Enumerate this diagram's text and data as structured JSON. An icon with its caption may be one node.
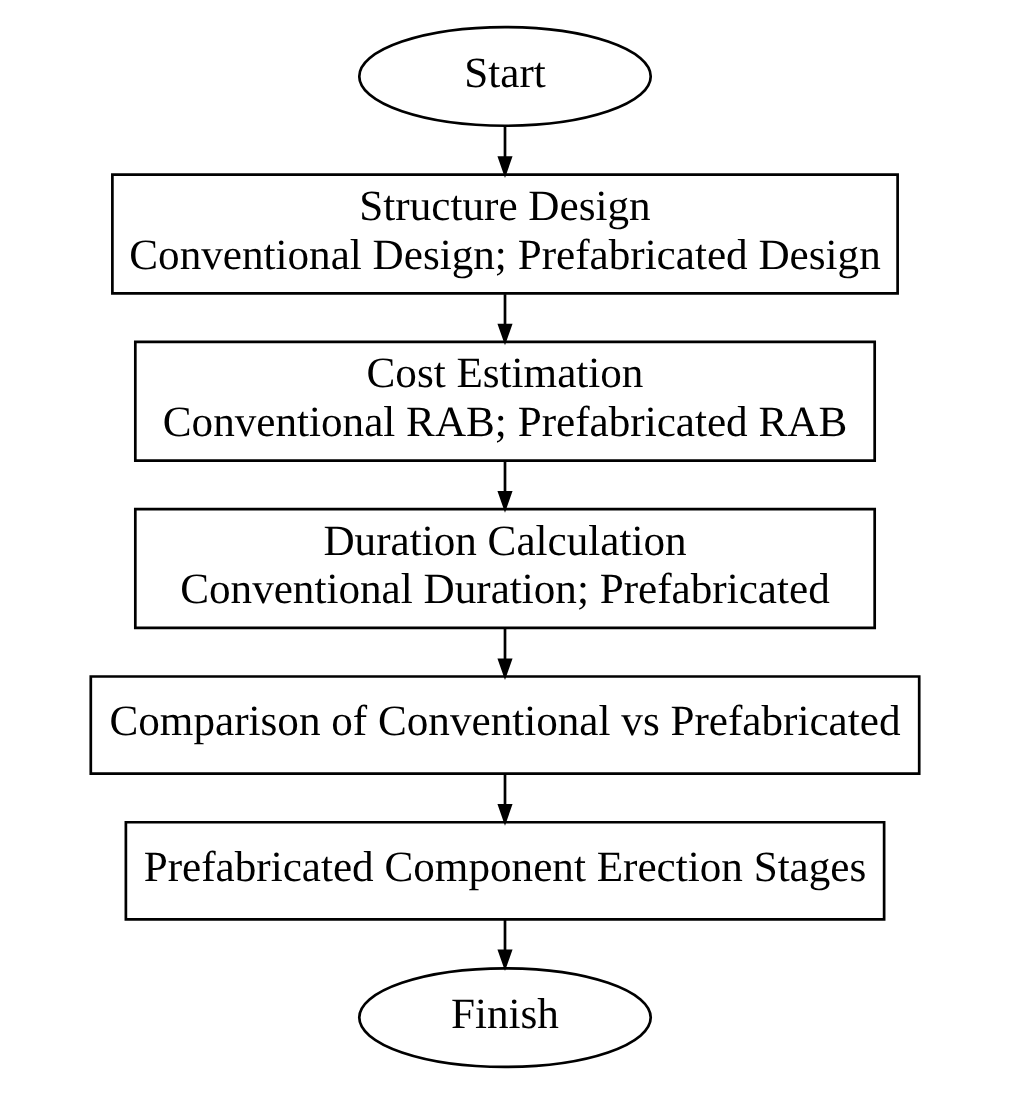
{
  "diagram": {
    "nodes": [
      {
        "text": [
          "Start"
        ]
      },
      {
        "text": [
          "Structure Design",
          "Conventional Design; Prefabricated Design"
        ]
      },
      {
        "text": [
          "Cost Estimation",
          "Conventional RAB; Prefabricated RAB"
        ]
      },
      {
        "text": [
          "Duration Calculation",
          "Conventional Duration; Prefabricated"
        ]
      },
      {
        "text": [
          "Comparison of Conventional vs Prefabricated"
        ]
      },
      {
        "text": [
          "Prefabricated Component Erection Stages"
        ]
      },
      {
        "text": [
          "Finish"
        ]
      }
    ],
    "edges": [
      {
        "from": 0,
        "to": 1,
        "arrow": "to"
      },
      {
        "from": 1,
        "to": 2,
        "arrow": "to"
      },
      {
        "from": 2,
        "to": 3,
        "arrow": "to"
      },
      {
        "from": 3,
        "to": 4,
        "arrow": "to"
      },
      {
        "from": 4,
        "to": 5,
        "arrow": "to"
      },
      {
        "from": 5,
        "to": 6,
        "arrow": "to"
      }
    ]
  }
}
